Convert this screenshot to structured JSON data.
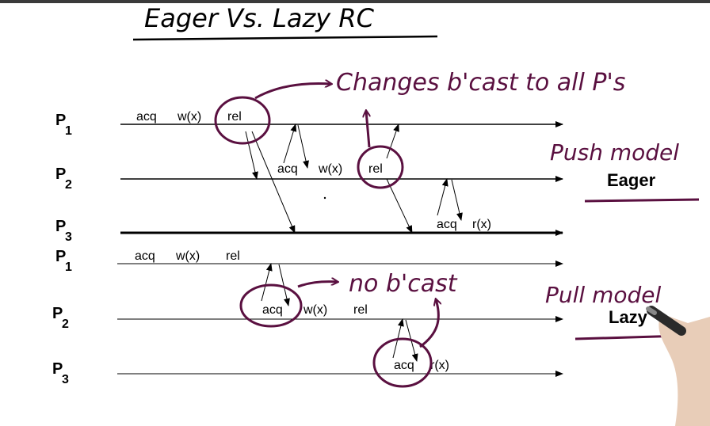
{
  "title": "Eager Vs. Lazy RC",
  "annotations": {
    "changes_bcast": "Changes b'cast to all P's",
    "push_model": "Push model",
    "pull_model": "Pull model",
    "no_bcast": "no b'cast"
  },
  "labels": {
    "eager": "Eager",
    "lazy": "Lazy"
  },
  "eager_section": {
    "process_labels": [
      {
        "name": "P",
        "sub": "1"
      },
      {
        "name": "P",
        "sub": "2"
      },
      {
        "name": "P",
        "sub": "3"
      }
    ],
    "p1_ops": [
      "acq",
      "w(x)",
      "rel"
    ],
    "p2_ops": [
      "acq",
      "w(x)",
      "rel"
    ],
    "p3_ops": [
      "acq",
      "r(x)"
    ]
  },
  "lazy_section": {
    "process_labels": [
      {
        "name": "P",
        "sub": "1"
      },
      {
        "name": "P",
        "sub": "2"
      },
      {
        "name": "P",
        "sub": "3"
      }
    ],
    "p1_ops": [
      "acq",
      "w(x)",
      "rel"
    ],
    "p2_ops": [
      "acq",
      "w(x)",
      "rel"
    ],
    "p3_ops": [
      "acq",
      "r(x)"
    ]
  },
  "colors": {
    "ink": "#000000",
    "annotation": "#5a1040"
  }
}
